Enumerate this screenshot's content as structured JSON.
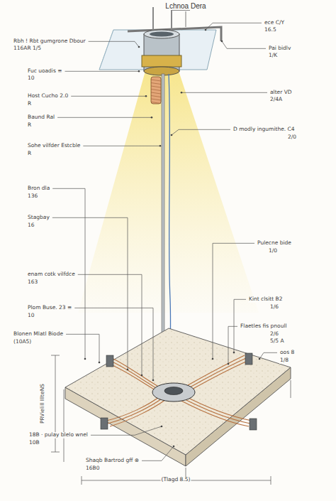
{
  "diagram": {
    "title": "Lchnoa Dera",
    "labels": [
      "Rbh ! Rbt gumgrone Dbour",
      "116AR 1/5",
      "Fuc uoadis ≡",
      "10",
      "Host Cucho 2.0",
      "R",
      "Baund Ral",
      "R",
      "Sohe vilfder Estcble",
      "R",
      "Bron dla",
      "136",
      "Stagbay",
      "16",
      "enam cotk vilfdce",
      "163",
      "Plom Buse. 23 ≡",
      "10",
      "Blonen Mlatl Biode",
      "(10A5)",
      "PRVielill IllteNS",
      "18B · pulay blelo wnel",
      "10B",
      "Shaqb Bartrod gff ⊗",
      "16B0",
      "(Tlagd 8.5)",
      "ece C/Y",
      "16.5",
      "Pai bidlv",
      "1/K",
      "alter VD",
      "2/4A",
      "D modly ingumithe. C4",
      "2/0",
      "Pulecne bide",
      "1/0",
      "Kint clsitt B2",
      "1/6",
      "Flaetles fis pnoull",
      "2/6",
      "5/5 A",
      "oos 8",
      "1/8"
    ]
  }
}
